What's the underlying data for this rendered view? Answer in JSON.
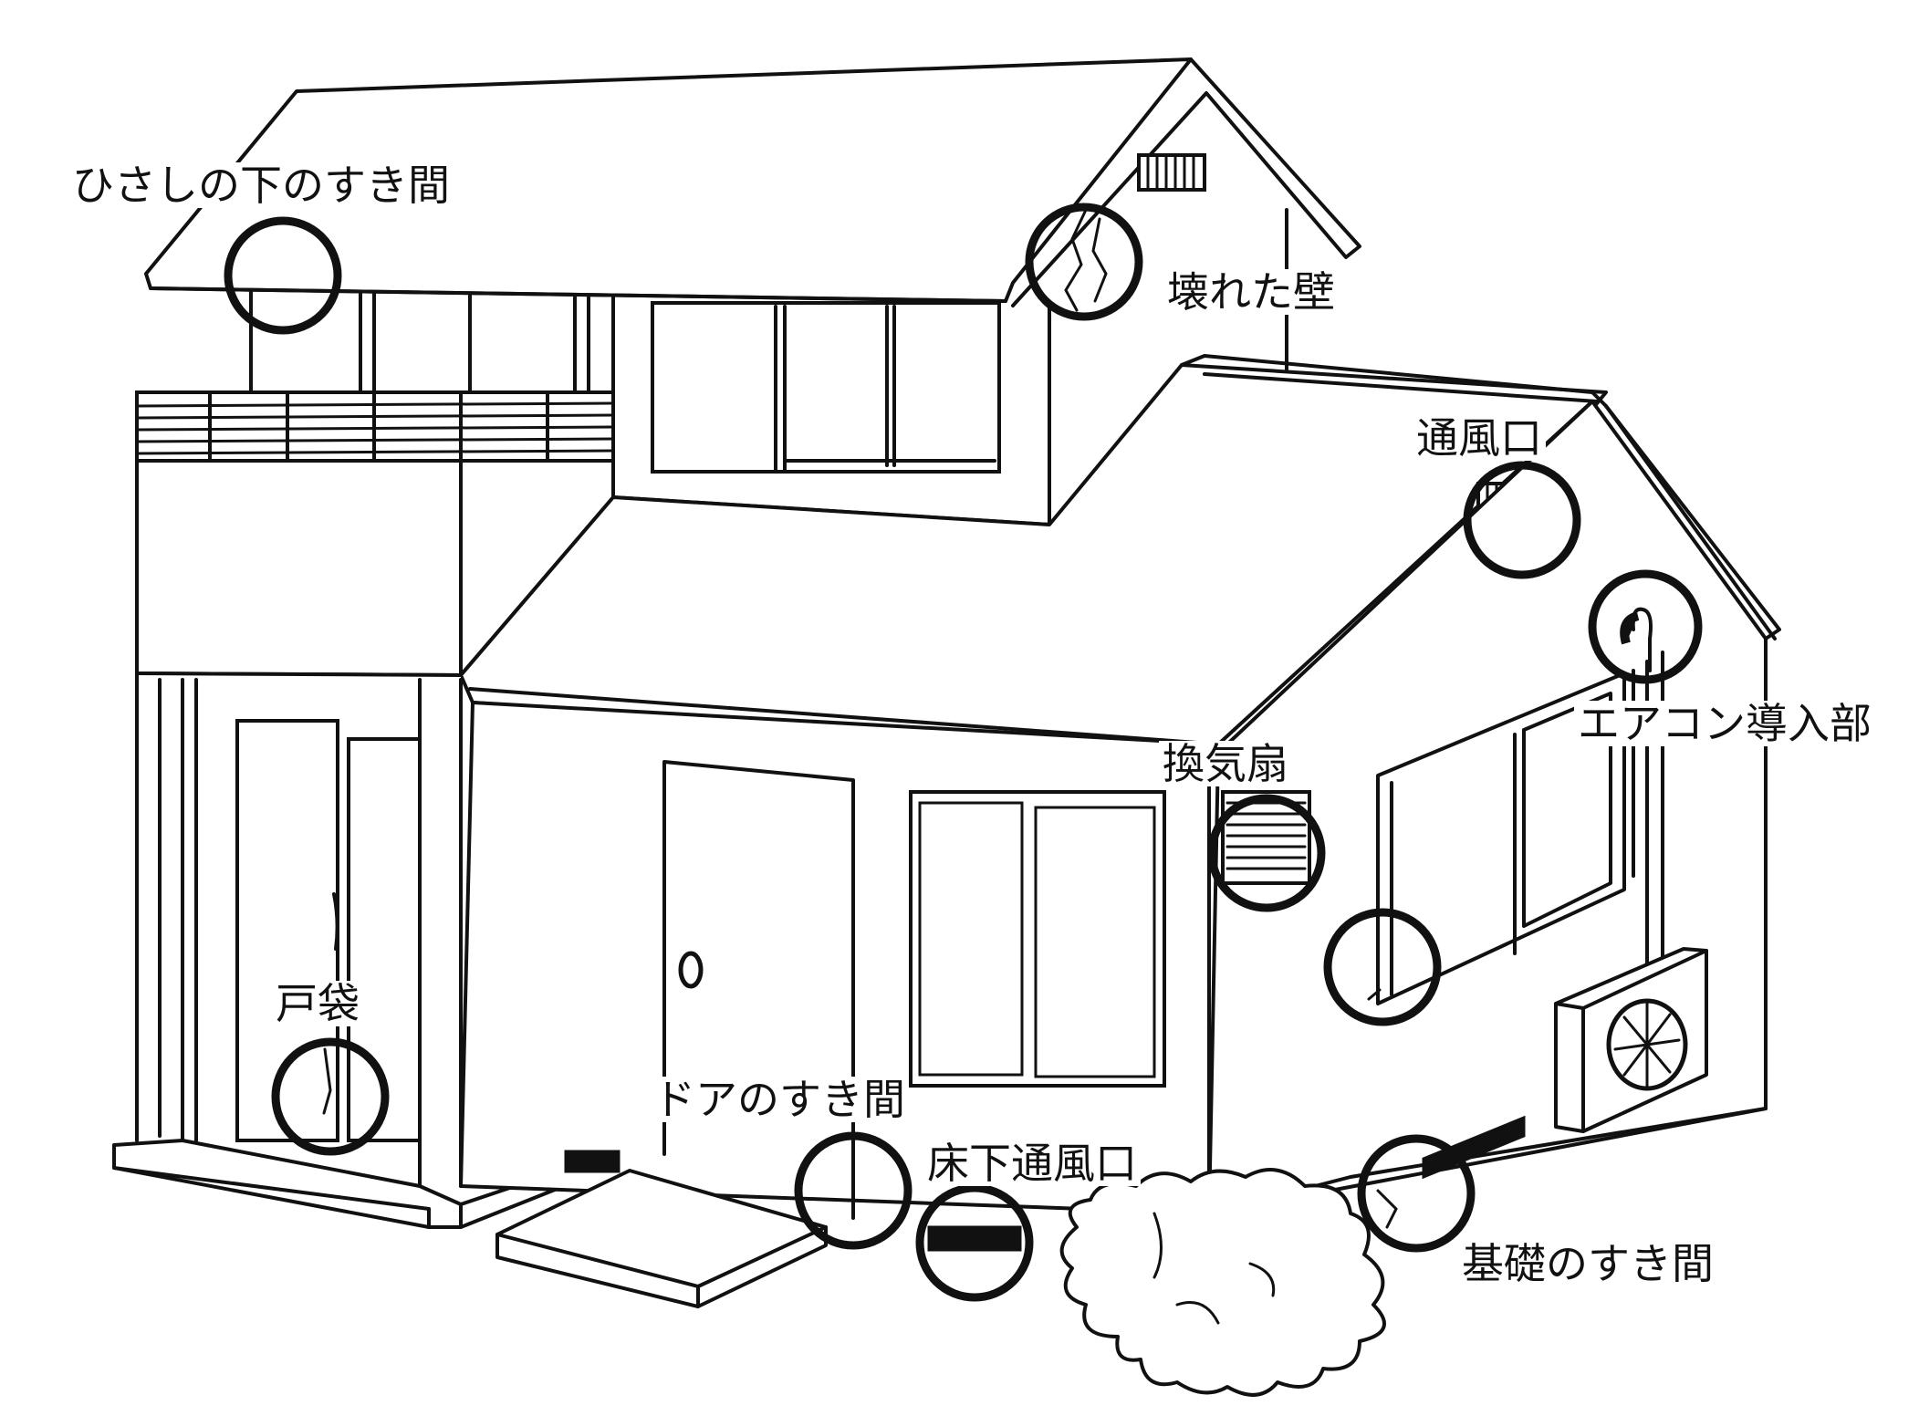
{
  "labels": {
    "eaves_gap": "ひさしの下のすき間",
    "broken_wall": "壊れた壁",
    "vent": "通風口",
    "ac_inlet": "エアコン導入部",
    "fan": "換気扇",
    "door_pocket": "戸袋",
    "door_gap": "ドアのすき間",
    "underfloor_vent": "床下通風口",
    "foundation_gap": "基礎のすき間"
  },
  "icons": [
    "vent-grille-icon",
    "fan-grille-icon",
    "ac-fan-icon",
    "door-knob-icon"
  ]
}
